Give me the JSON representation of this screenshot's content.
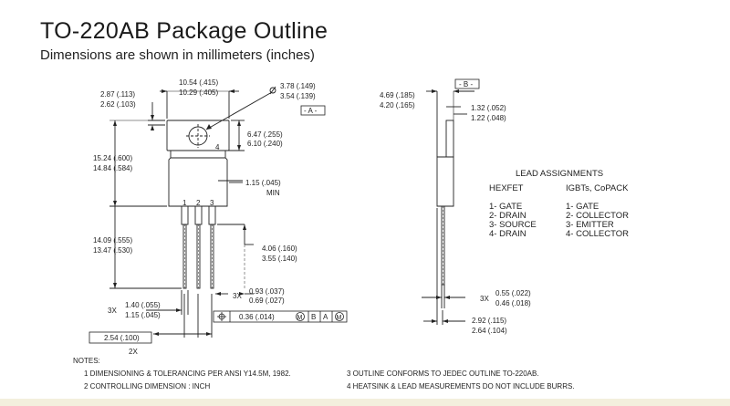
{
  "header": {
    "title": "TO-220AB Package Outline",
    "subtitle": "Dimensions are shown in millimeters (inches)"
  },
  "front_view": {
    "width_max": "10.54 (.415)",
    "width_min": "10.29 (.405)",
    "tab_thk_max": "2.87 (.113)",
    "tab_thk_min": "2.62 (.103)",
    "hole_dia_max": "3.78 (.149)",
    "hole_dia_min": "3.54 (.139)",
    "datum_a": "- A -",
    "hole_center_max": "6.47 (.255)",
    "hole_center_min": "6.10 (.240)",
    "tab_number": "4",
    "body_height_max": "15.24 (.600)",
    "body_height_min": "14.84 (.584)",
    "min_dim": "1.15 (.045)",
    "min_label": "MIN",
    "pin_numbers": [
      "1",
      "2",
      "3"
    ],
    "lead_length_max": "14.09 (.555)",
    "lead_length_min": "13.47 (.530)",
    "lead_shoulder_max": "4.06 (.160)",
    "lead_shoulder_min": "3.55 (.140)",
    "lead_thk_mult": "3X",
    "lead_thk_max": "0.93 (.037)",
    "lead_thk_min": "0.69 (.027)",
    "lead_width_mult": "3X",
    "lead_width_max": "1.40 (.055)",
    "lead_width_min": "1.15 (.045)",
    "tolerance_value": "0.36 (.014)",
    "tolerance_m1": "M",
    "tolerance_b": "B",
    "tolerance_a": "A",
    "tolerance_m2": "M",
    "pitch": "2.54 (.100)",
    "pitch_mult": "2X"
  },
  "side_view": {
    "datum_b": "- B -",
    "height_max": "4.69 (.185)",
    "height_min": "4.20 (.165)",
    "tab_max": "1.32 (.052)",
    "tab_min": "1.22 (.048)",
    "lead_mult": "3X",
    "lead_max": "0.55 (.022)",
    "lead_min": "0.46 (.018)",
    "offset_max": "2.92 (.115)",
    "offset_min": "2.64 (.104)"
  },
  "lead_assignments": {
    "title": "LEAD ASSIGNMENTS",
    "hexfet_header": "HEXFET",
    "igbt_header": "IGBTs, CoPACK",
    "hexfet": [
      "1- GATE",
      "2- DRAIN",
      "3- SOURCE",
      "4- DRAIN"
    ],
    "igbt": [
      "1- GATE",
      "2- COLLECTOR",
      "3- EMITTER",
      "4- COLLECTOR"
    ]
  },
  "notes": {
    "header": "NOTES:",
    "items": [
      "1  DIMENSIONING & TOLERANCING PER ANSI Y14.5M, 1982.",
      "2  CONTROLLING DIMENSION : INCH",
      "3  OUTLINE CONFORMS TO JEDEC OUTLINE TO-220AB.",
      "4  HEATSINK & LEAD MEASUREMENTS DO NOT INCLUDE BURRS."
    ]
  }
}
